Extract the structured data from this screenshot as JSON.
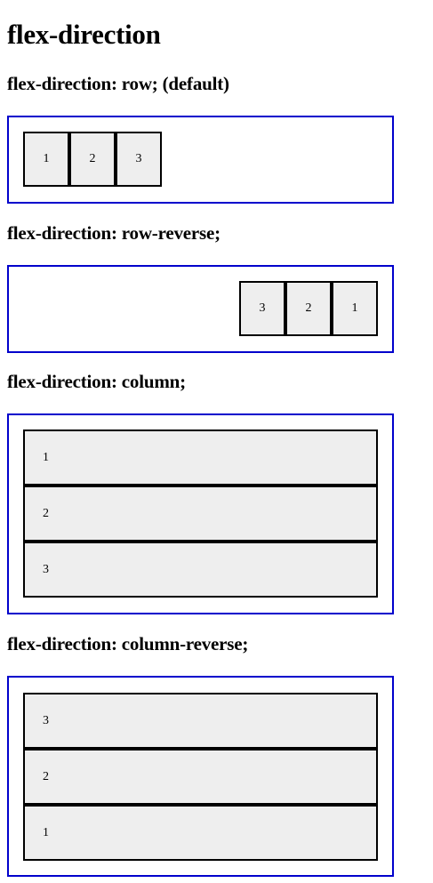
{
  "page_title": "flex-direction",
  "sections": {
    "row": {
      "heading": "flex-direction: row; (default)",
      "items": [
        "1",
        "2",
        "3"
      ]
    },
    "row_reverse": {
      "heading": "flex-direction: row-reverse;",
      "items": [
        "1",
        "2",
        "3"
      ]
    },
    "column": {
      "heading": "flex-direction: column;",
      "items": [
        "1",
        "2",
        "3"
      ]
    },
    "column_reverse": {
      "heading": "flex-direction: column-reverse;",
      "items": [
        "1",
        "2",
        "3"
      ]
    }
  },
  "colors": {
    "container_border": "#0000cc",
    "box_background": "#eeeeee",
    "box_border": "#000000"
  }
}
